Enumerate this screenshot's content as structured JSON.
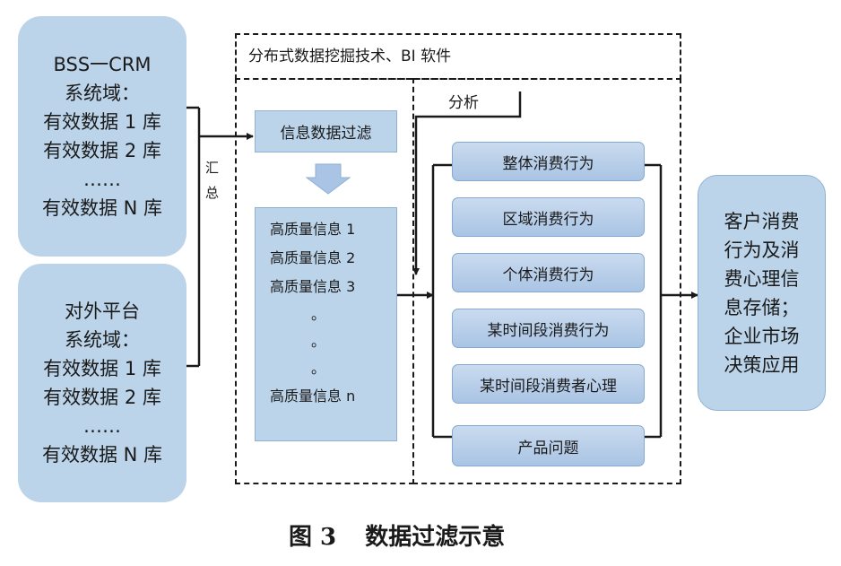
{
  "source_crm": {
    "lines": [
      "BSS一CRM",
      "系统域：",
      "有效数据 1 库",
      "有效数据 2 库",
      "……",
      "有效数据 N 库"
    ]
  },
  "source_external": {
    "lines": [
      "对外平台",
      "系统域：",
      "有效数据 1 库",
      "有效数据 2 库",
      "……",
      "有效数据 N 库"
    ]
  },
  "aggregate_label": [
    "汇",
    "总"
  ],
  "tech_header": "分布式数据挖掘技术、BI 软件",
  "analysis_label": "分析",
  "filter_box": "信息数据过滤",
  "high_quality": {
    "items": [
      "高质量信息 1",
      "高质量信息 2",
      "高质量信息 3"
    ],
    "dots": [
      "。",
      "。",
      "。"
    ],
    "last": "高质量信息 n"
  },
  "behaviors": [
    "整体消费行为",
    "区域消费行为",
    "个体消费行为",
    "某时间段消费行为",
    "某时间段消费者心理",
    "产品问题"
  ],
  "storage": {
    "lines": [
      "客户消费",
      "行为及消",
      "费心理信",
      "息存储；",
      "企业市场",
      "决策应用"
    ]
  },
  "caption": {
    "figure": "图 3",
    "title": "数据过滤示意"
  }
}
